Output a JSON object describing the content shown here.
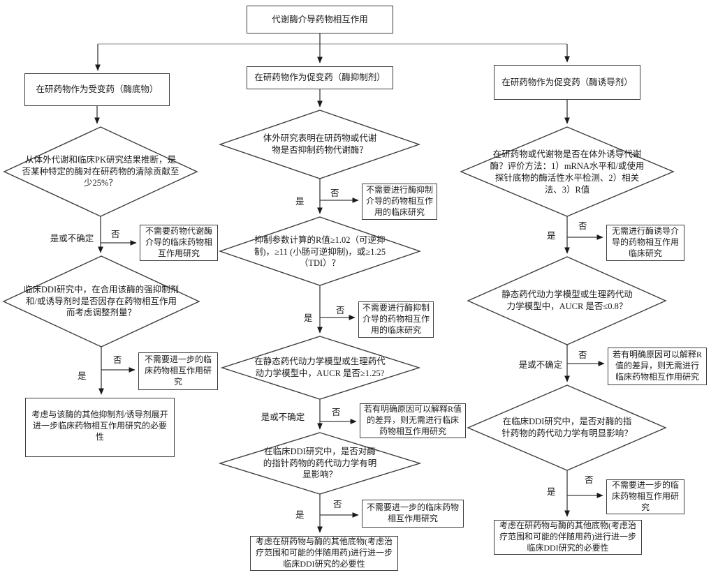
{
  "title": "代谢酶介导药物相互作用",
  "columns": {
    "substrate": {
      "header": "在研药物作为受变药（酶底物）",
      "q1": "从体外代谢和临床PK研究结果推断，是否某种特定的酶对在研药物的清除贡献至少25%？",
      "q1_down": "是或不确定",
      "q1_right": "否",
      "exit1": "不需要药物代谢酶介导的临床药物相互作用研究",
      "q2": "临床DDI研究中，在合用该酶的强抑制剂和/或诱导剂时是否因存在药物相互作用而考虑调整剂量？",
      "q2_down": "是",
      "q2_right": "否",
      "exit2": "不需要进一步的临床药物相互作用研究",
      "final": "考虑与该酶的其他抑制剂/诱导剂展开进一步临床药物相互作用研究的必要性"
    },
    "inhibitor": {
      "header": "在研药物作为促变药（酶抑制剂）",
      "q1": "体外研究表明在研药物或代谢物是否抑制药物代谢酶？",
      "q1_down": "是",
      "q1_right": "否",
      "exit1": "不需要进行酶抑制介导的药物相互作用的临床研究",
      "q2": "抑制参数计算的R值≥1.02（可逆抑制)，≥11 (小肠可逆抑制)，或≥1.25（TDI）？",
      "q2_down": "是",
      "q2_right": "否",
      "exit2": "不需要进行酶抑制介导的药物相互作用的临床研究",
      "q3": "在静态药代动力学模型或生理药代动力学模型中，AUCR 是否≥1.25?",
      "q3_down": "是或不确定",
      "q3_right": "否",
      "exit3": "若有明确原因可以解释R值的差异，则无需进行临床药物相互作用研究",
      "q4": "在临床DDI研究中，是否对酶的指针药物的药代动力学有明显影响？",
      "q4_down": "是",
      "q4_right": "否",
      "exit4": "不需要进一步的临床药物相互作用研究",
      "final": "考虑在研药物与酶的其他底物(考虑治疗范围和可能的伴随用药)进行进一步临床DDI研究的必要性"
    },
    "inducer": {
      "header": "在研药物作为促变药（酶诱导剂）",
      "q1": "在研药物或代谢物是否在体外诱导代谢酶？评价方法：1）mRNA水平和/或使用探针底物的酶活性水平检测、2）相关法、3）R值",
      "q1_down": "是",
      "q1_right": "否",
      "exit1": "无需进行酶诱导介导的药物相互作用临床研究",
      "q2": "静态药代动力学模型或生理药代动力学模型中，AUCR 是否≤0.8？",
      "q2_down": "是或不确定",
      "q2_right": "否",
      "exit2": "若有明确原因可以解释R值的差异，则无需进行临床药物相互作用研究",
      "q3": "在临床DDI研究中，是否对酶的指针药物的药代动力学有明显影响？",
      "q3_down": "是",
      "q3_right": "否",
      "exit3": "不需要进一步的临床药物相互作用研究",
      "final": "考虑在研药物与酶的其他底物(考虑治疗范围和可能的伴随用药)进行进一步临床DDI研究的必要性"
    }
  }
}
